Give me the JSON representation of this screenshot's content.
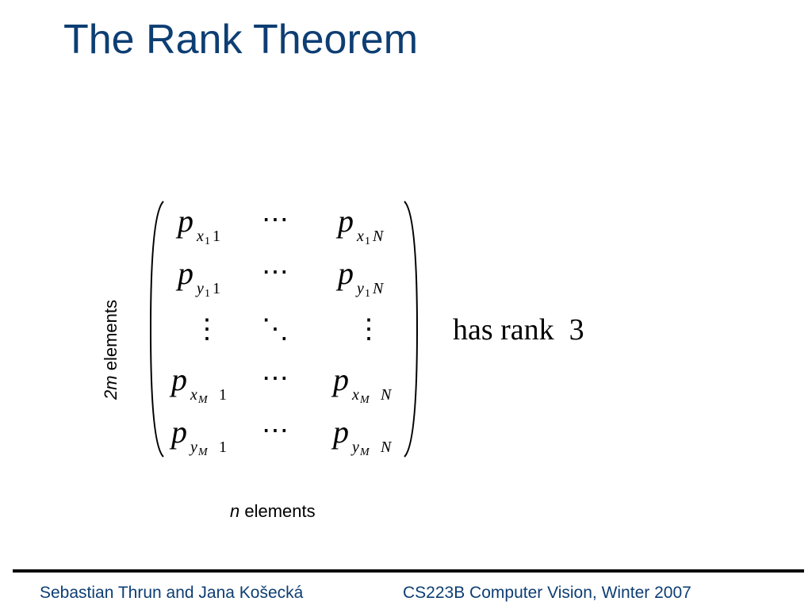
{
  "slide": {
    "title": "The Rank Theorem",
    "rank_text": "has rank  3",
    "row_count": {
      "number": "2",
      "variable": "m",
      "word": " elements"
    },
    "col_count": {
      "variable": "n",
      "word": " elements"
    }
  },
  "matrix": {
    "symbol": "p",
    "subscripts": {
      "x": "x",
      "y": "y",
      "one": "1",
      "M": "M",
      "N": "N"
    },
    "hdots": "⋯",
    "vdots": "⋮",
    "ddots": "⋱"
  },
  "footer": {
    "authors": "Sebastian Thrun and Jana Košecká",
    "course": "CS223B Computer Vision, Winter 2007"
  },
  "colors": {
    "title": "#0d3e73",
    "footer_text": "#0d3e73",
    "rule": "#000000"
  }
}
